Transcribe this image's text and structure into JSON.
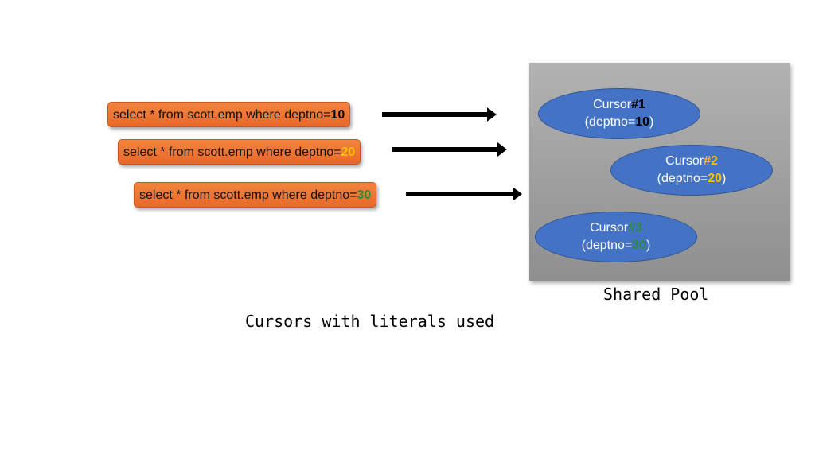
{
  "statements": [
    {
      "prefix": "select * from scott.emp where deptno=",
      "literal": "10",
      "literal_color": "#000000"
    },
    {
      "prefix": "select * from scott.emp where deptno=",
      "literal": "20",
      "literal_color": "#ffc000"
    },
    {
      "prefix": "select * from scott.emp where deptno=",
      "literal": "30",
      "literal_color": "#2e8b3a"
    }
  ],
  "cursors": [
    {
      "label": "Cursor",
      "number": "#1",
      "paren_open": "(deptno=",
      "literal": "10",
      "paren_close": ")",
      "literal_color": "#000000"
    },
    {
      "label": "Cursor",
      "number": "#2",
      "paren_open": "(deptno=",
      "literal": "20",
      "paren_close": ")",
      "literal_color": "#ffc000"
    },
    {
      "label": "Cursor",
      "number": "#3",
      "paren_open": "(deptno=",
      "literal": "30",
      "paren_close": ")",
      "literal_color": "#2e8b3a"
    }
  ],
  "pool_label": "Shared Pool",
  "caption": "Cursors with literals used",
  "colors": {
    "sql_box": "#ed7d31",
    "cursor_ellipse": "#4472c4",
    "pool": "#a6a6a6"
  }
}
